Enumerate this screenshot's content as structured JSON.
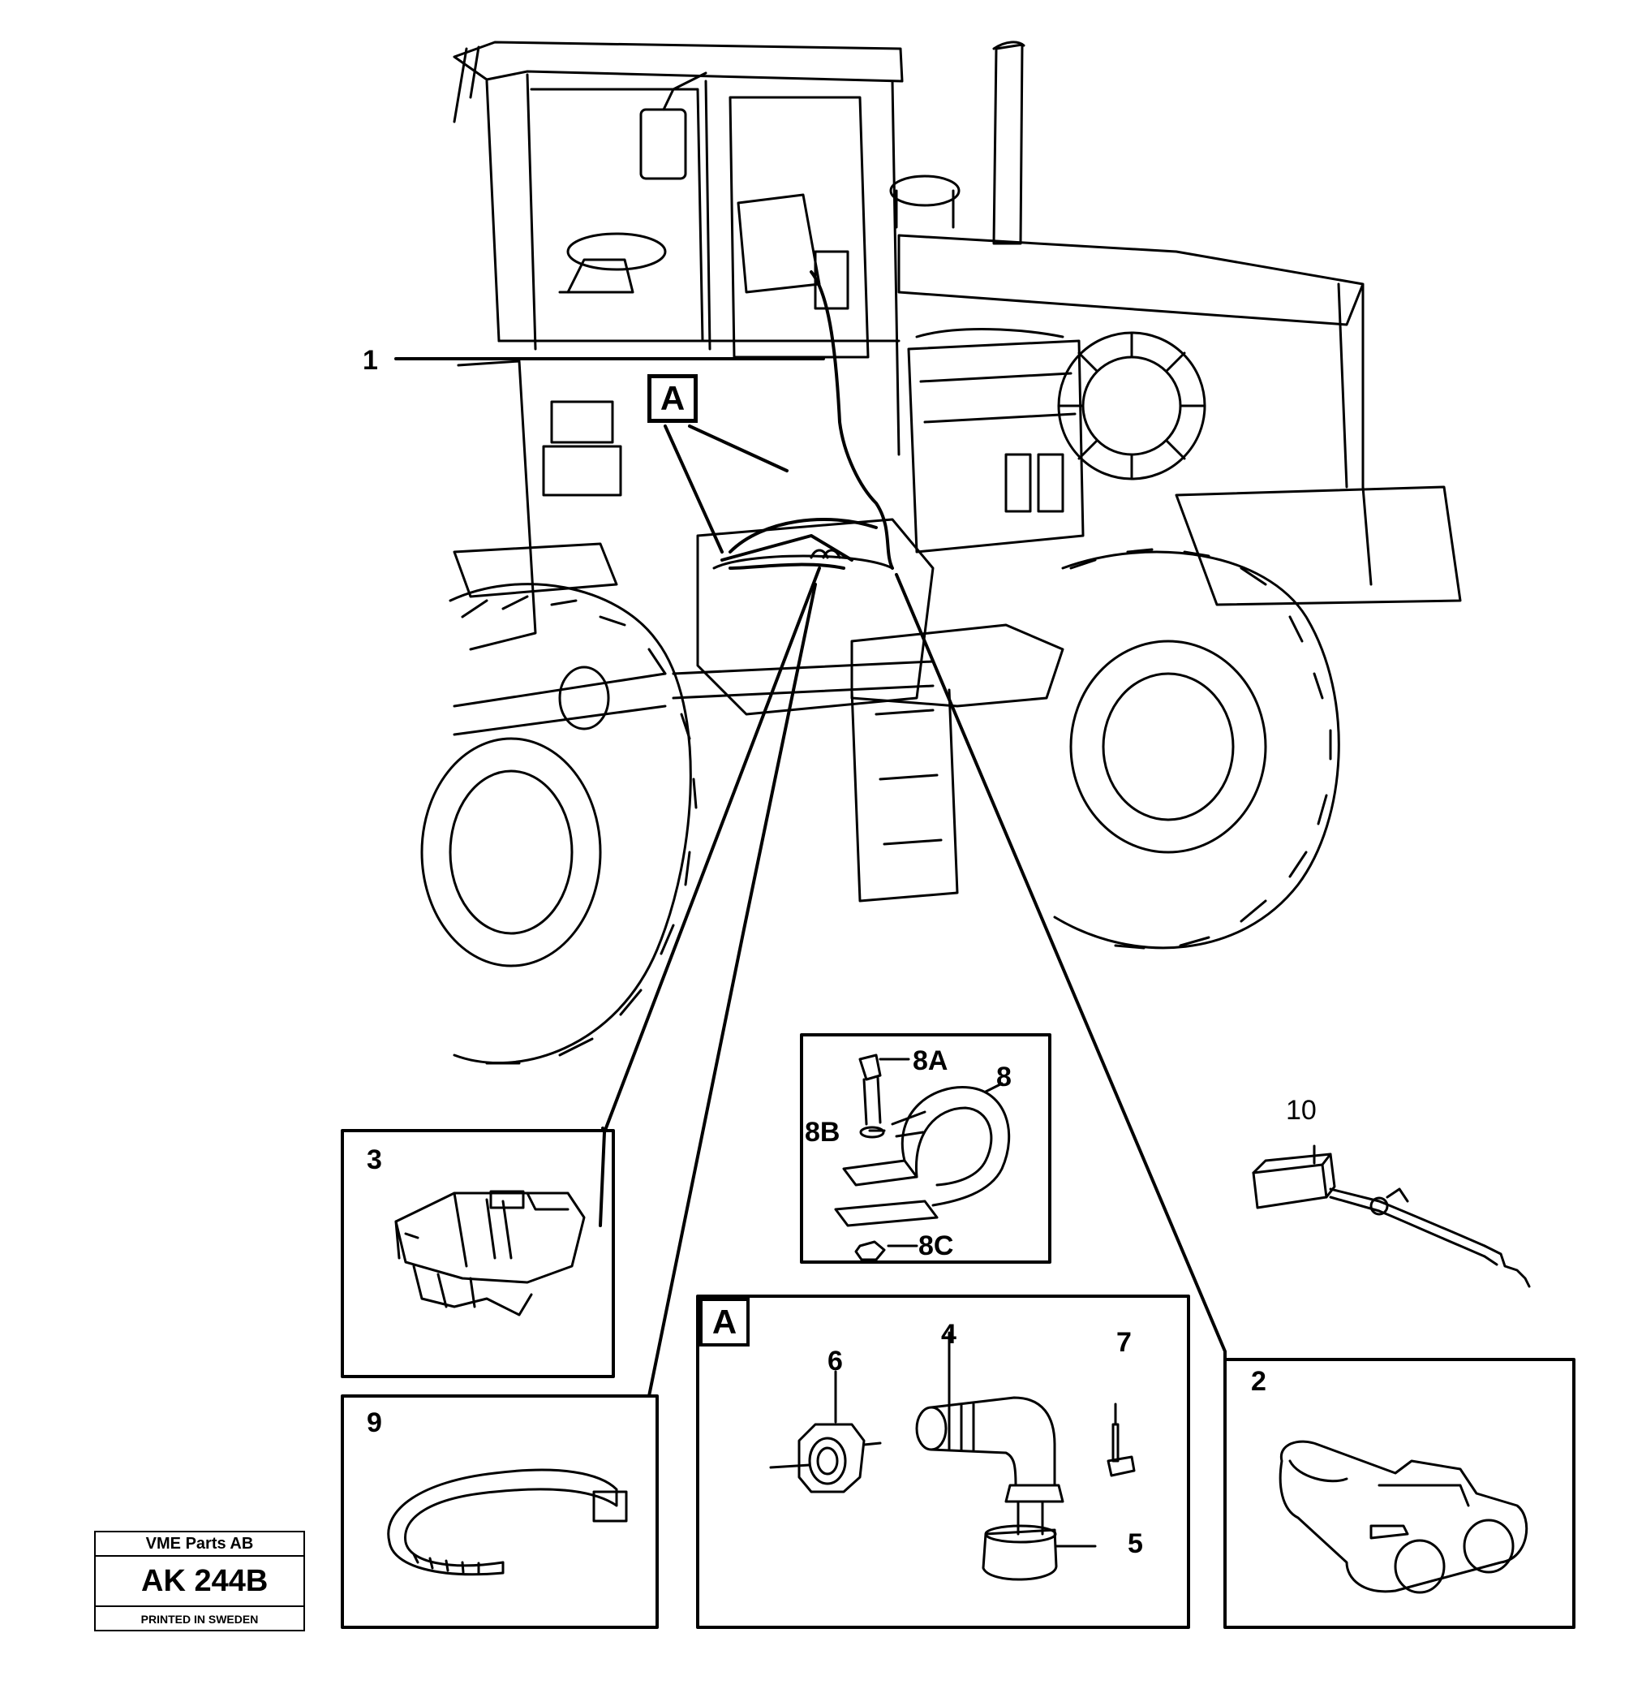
{
  "callouts": {
    "c1": "1",
    "cA_main": "A",
    "c3": "3",
    "c9": "9",
    "c8": "8",
    "c8A": "8A",
    "c8B": "8B",
    "c8C": "8C",
    "c10": "10",
    "cA_box": "A",
    "c6": "6",
    "c4": "4",
    "c7": "7",
    "c5": "5",
    "c2": "2"
  },
  "stamp": {
    "company": "VME Parts AB",
    "code": "AK 244B",
    "printed": "PRINTED IN SWEDEN"
  }
}
